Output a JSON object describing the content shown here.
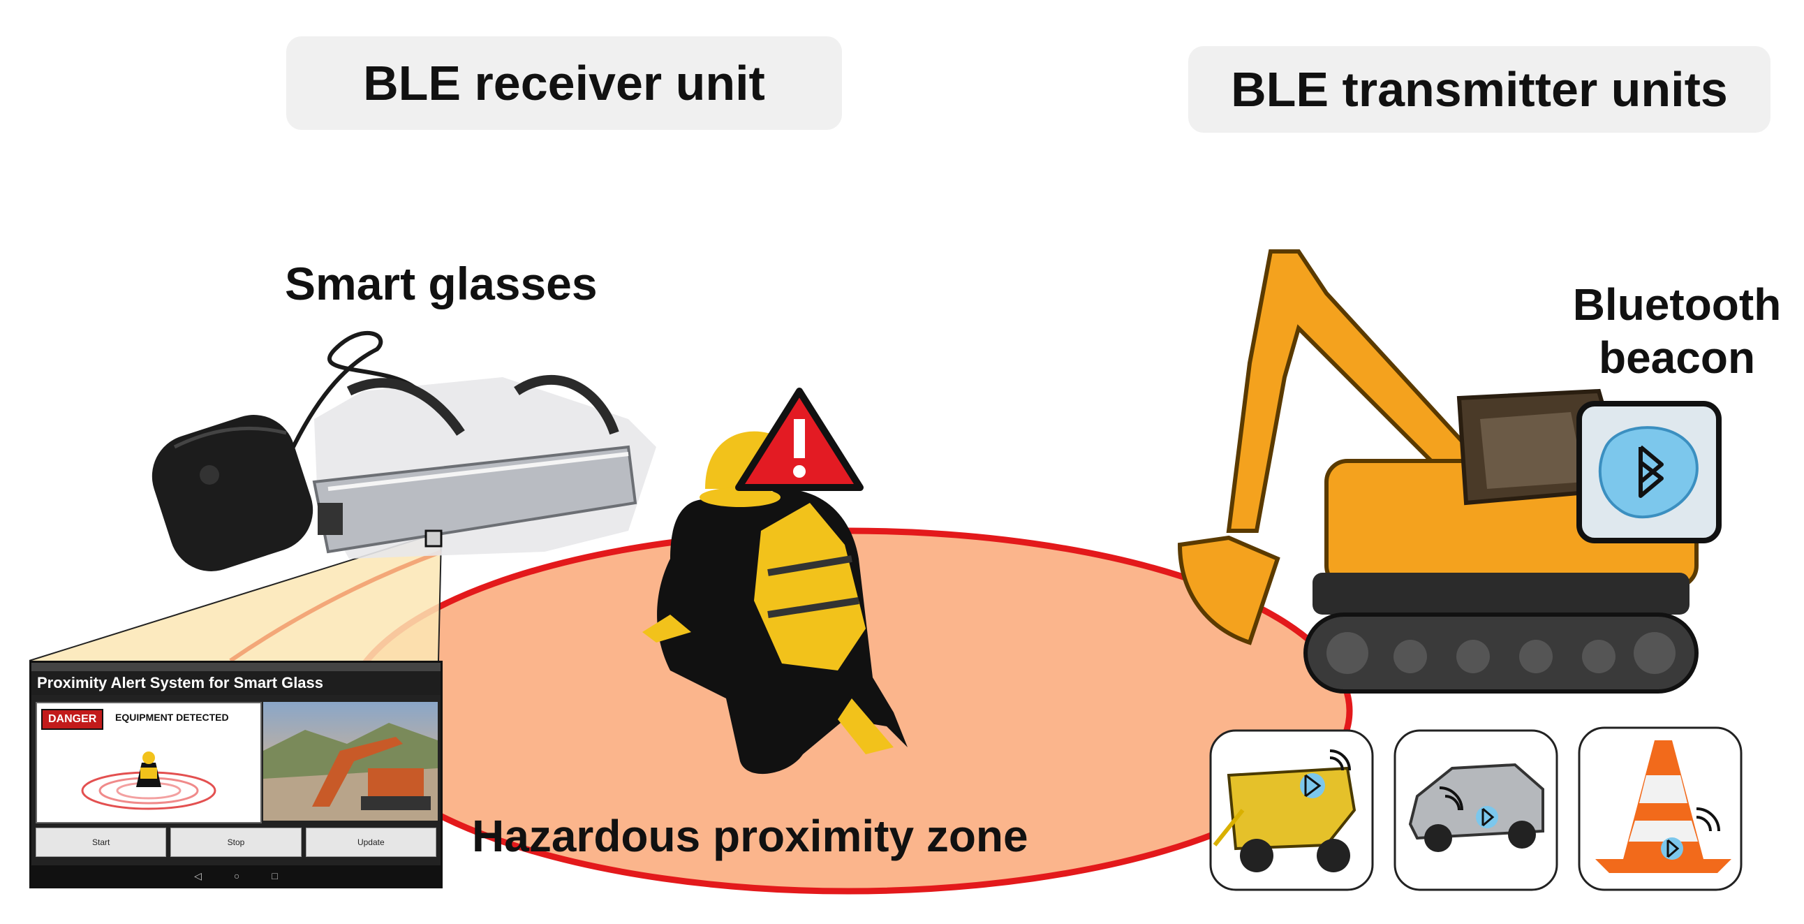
{
  "headers": {
    "receiver": "BLE receiver unit",
    "transmitter": "BLE transmitter units"
  },
  "labels": {
    "smart_glasses": "Smart glasses",
    "bluetooth_beacon_line1": "Bluetooth",
    "bluetooth_beacon_line2": "beacon",
    "hazard_zone": "Hazardous proximity zone"
  },
  "screen": {
    "title": "Proximity Alert System for Smart Glass",
    "danger": "DANGER",
    "detected": "EQUIPMENT DETECTED",
    "buttons": [
      "Start",
      "Stop",
      "Update"
    ]
  },
  "colors": {
    "zone_fill": "#fbb58c",
    "zone_border": "#e3191b",
    "excavator": "#f4a21e",
    "vest": "#f2c21b",
    "warning": "#e31b23"
  }
}
